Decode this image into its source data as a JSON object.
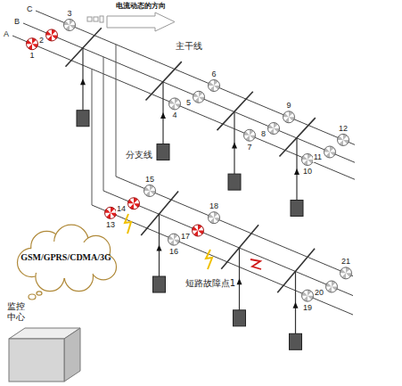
{
  "diagram": {
    "nodes": [
      {
        "text": [
          "电流动态的方向"
        ]
      },
      {
        "text": [
          "GSM/GPRS/CDMA/3G"
        ]
      },
      {
        "text": [
          "监控中心"
        ]
      }
    ],
    "labels": [
      "A",
      "B",
      "C",
      "主干线",
      "分支线",
      "短路故障点1",
      "1",
      "2",
      "3",
      "4",
      "5",
      "6",
      "7",
      "8",
      "9",
      "10",
      "11",
      "12",
      "13",
      "14",
      "15",
      "16",
      "17",
      "18",
      "19",
      "20",
      "21"
    ]
  }
}
